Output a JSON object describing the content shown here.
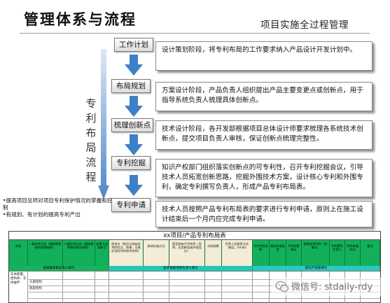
{
  "header": {
    "title": "管理体系与流程",
    "subtitle": "项目实施全过程管理"
  },
  "side_label": "专利布局流程",
  "stages": [
    {
      "label": "工作计划",
      "desc": "设计策划阶段，将专利布局的工作要求纳入产品设计开发计划中。"
    },
    {
      "label": "布局规划",
      "desc": "方案设计阶段，产品负责人组织提出产品主要变更点或创新点，用于指导系统负责人梳理具体创新点。"
    },
    {
      "label": "梳理创新点",
      "desc": "技术设计阶段，各开发部根据项目总体设计师要求梳理各系统技术创新点，提交项目负责人审核，保证创新点梳理完整性。"
    },
    {
      "label": "专利挖掘",
      "desc": "知识产权部门组织落实创新点的可专利性，召开专利挖掘会议，引导技术人员拓宽创新思路，挖掘外围技术方案，设计核心专利和外围专利，确定专利撰写负责人，形成产品专利布局表。"
    },
    {
      "label": "专利申请",
      "desc": "技术人员按照产品专利布局表的要求进行专利申请，原则上在施工设计结束后一个月内应完成专利申请。"
    }
  ],
  "bullets": [
    "•提高项目总师对项目专利保护情况的掌握和控制",
    "•有规划、有计划的提高专利产出"
  ],
  "table": {
    "title": "xx项目/产品专利布局表",
    "headers": [
      "系统",
      "一级技术分支（被梳理系统的物理结构）",
      "二级技术分支（被梳理系统的细分结构）",
      "变更点或创新点",
      "改进点（相比与现有技术的优点、效果，可能涉及的专利技术名称）",
      "具体实施方式",
      "是否具有可专利性（发明、实用新型或外观设计）",
      "对标结果",
      "负责人及联系方式（电话、Email）",
      "可专利性判断",
      "建议申请类型",
      "专利检索结论",
      "相关技术专利（申请号）",
      "专利撰写负责人",
      "专利申请时间",
      "备注"
    ],
    "groups": [
      "总体部项目负责人填写",
      "各开发部项目负责人填写",
      "知识产权部填写"
    ],
    "row_samples": [
      "车体配置、结构体、车体破坏",
      "头部结构",
      "底部结构"
    ]
  },
  "watermark": "微信号: stdaily-rdy",
  "colors": {
    "header_green": "#12b05a",
    "group_teal": "#20c8b8",
    "arrow_blue": "#3f7fc6"
  }
}
